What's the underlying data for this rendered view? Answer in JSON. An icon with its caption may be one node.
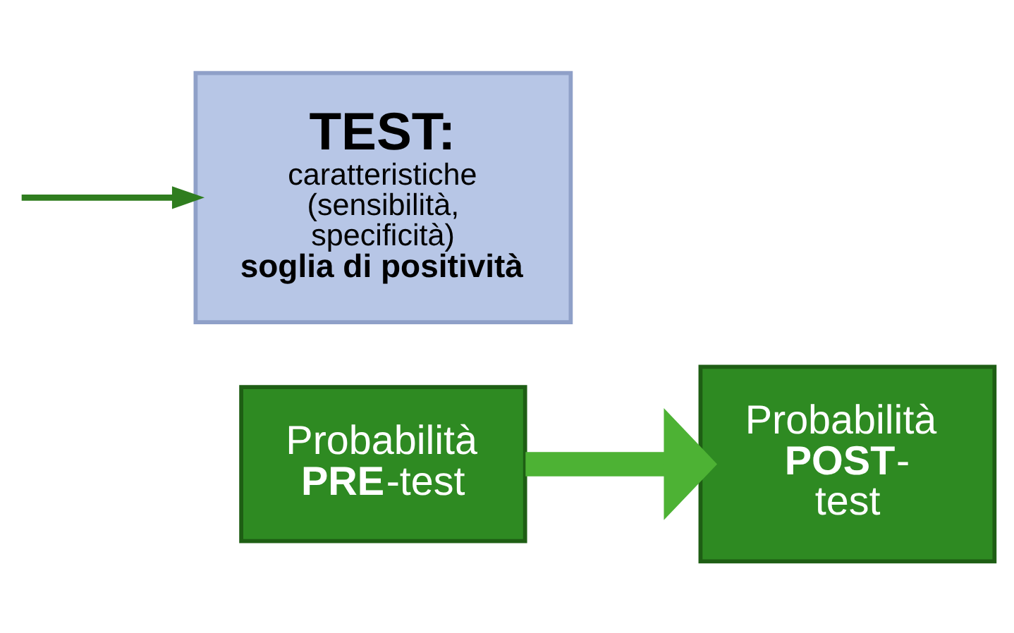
{
  "diagram": {
    "nodes": [
      {
        "text": [
          "TEST:",
          "caratteristiche (sensibilità, specificità)",
          "soglia di positività"
        ]
      },
      {
        "text": [
          "Probabilità **PRE**-test"
        ]
      },
      {
        "text": [
          "Probabilità **POST**-test"
        ]
      }
    ],
    "edges": [
      {
        "from": null,
        "to": 0,
        "arrow": "to",
        "color": "#2f7d1f"
      },
      {
        "from": 1,
        "to": 2,
        "arrow": "to",
        "style": "thick"
      }
    ]
  }
}
